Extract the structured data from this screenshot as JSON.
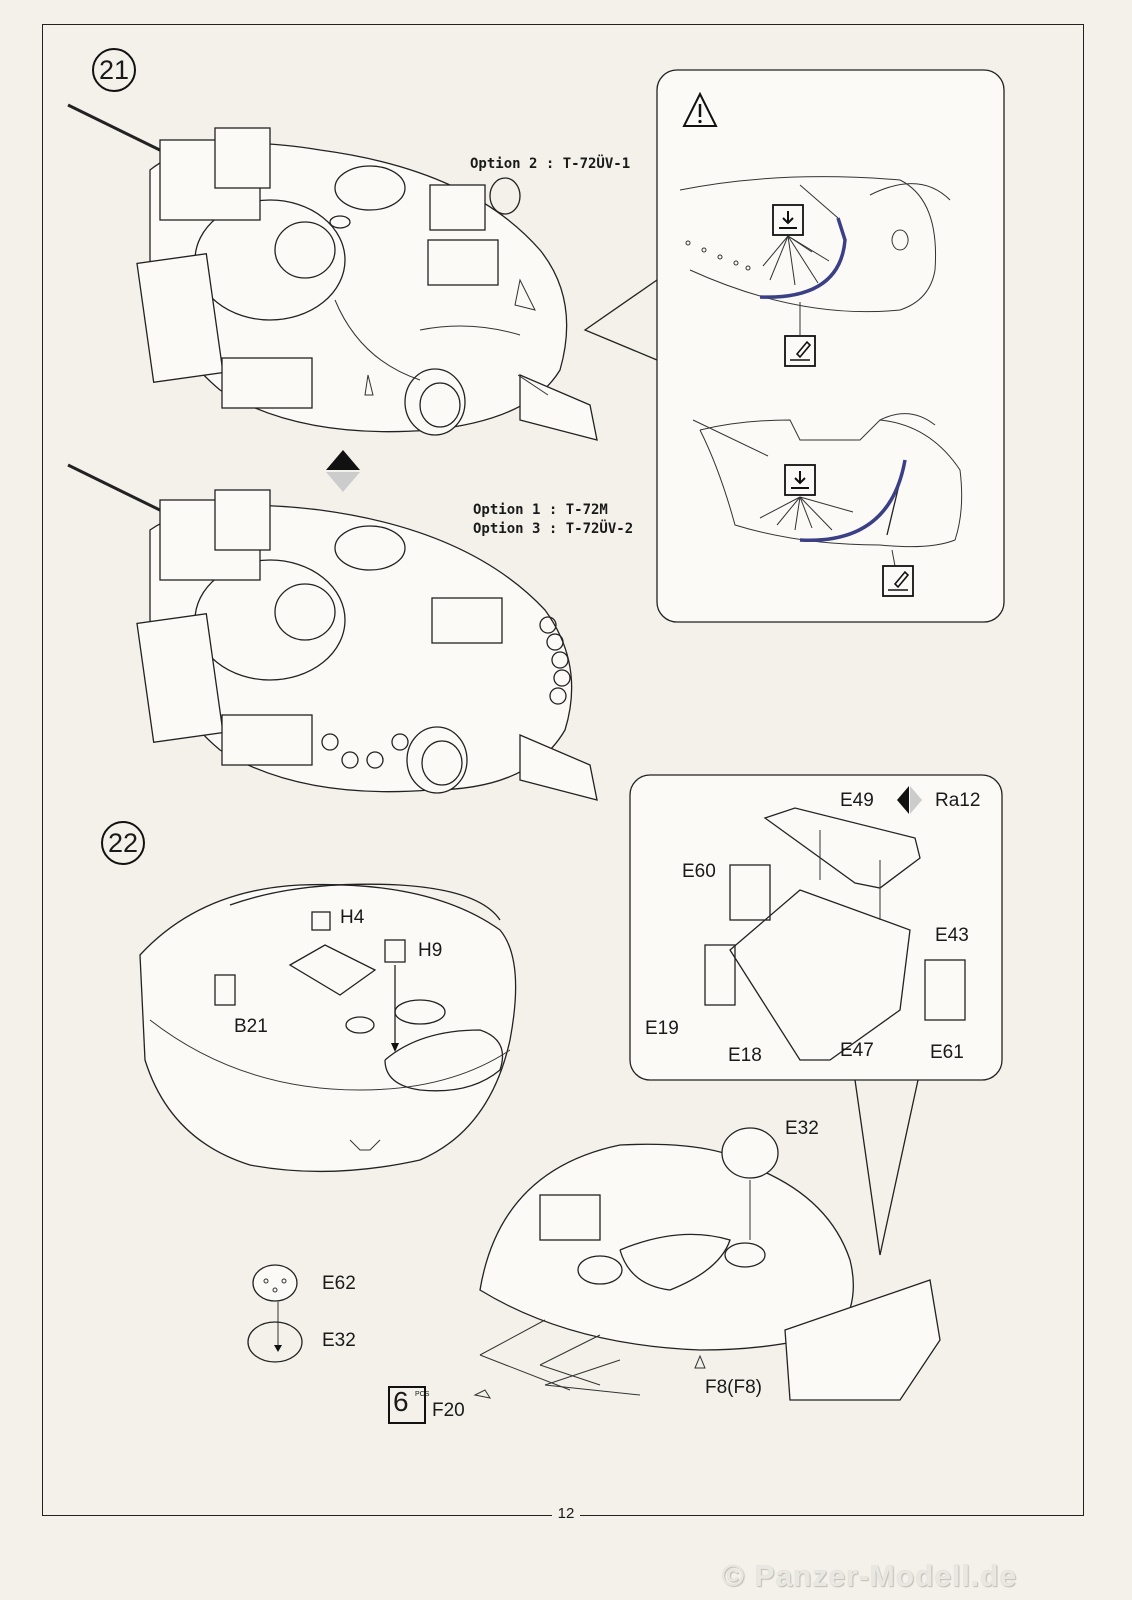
{
  "page": {
    "number": "12",
    "watermark": "© Panzer-Modell.de"
  },
  "step21": {
    "number": "21",
    "option_top": "Option 2 : T-72ÜV-1",
    "option_bottom_1": "Option 1 : T-72M",
    "option_bottom_2": "Option 3 : T-72ÜV-2",
    "icons": [
      "warning-icon",
      "glue-icon",
      "paint-icon",
      "arrow-up-icon"
    ]
  },
  "step22": {
    "number": "22",
    "detail_parts": [
      "E49",
      "Ra12",
      "E60",
      "E43",
      "E19",
      "E18",
      "E47",
      "E61"
    ],
    "turret_parts": [
      "H4",
      "H9",
      "B21"
    ],
    "hatch_parts": [
      "E62",
      "E32"
    ],
    "bottom_parts": [
      "E32",
      "F20",
      "F8(F8)"
    ],
    "pcs_count": "6",
    "pcs_unit": "PCS"
  },
  "colors": {
    "paper": "#f3f1ea",
    "ink": "#1a1a1a",
    "antenna_blue": "#3b3f86"
  }
}
